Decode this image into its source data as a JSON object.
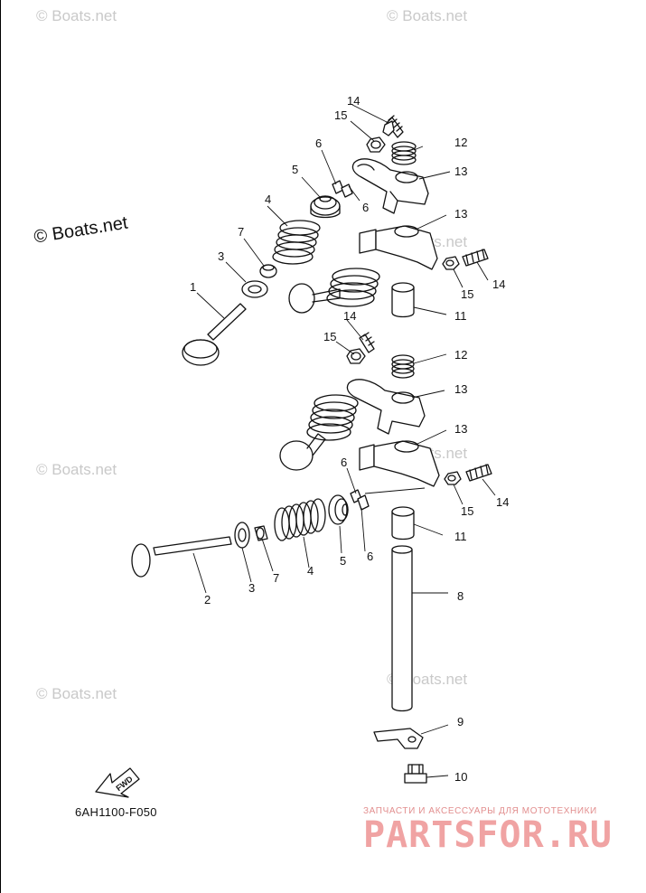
{
  "watermark": "© Boats.net",
  "copyright": "© Boats.net",
  "diagram_code": "6AH1100-F050",
  "fwd_label": "FWD",
  "brand": {
    "tagline": "ЗАПЧАСТИ И АКСЕССУАРЫ ДЛЯ МОТОТЕХНИКИ",
    "name": "PARTSFOR.RU"
  },
  "callouts": {
    "upper": {
      "c1": "1",
      "c3": "3",
      "c4": "4",
      "c5": "5",
      "c6a": "6",
      "c6b": "6",
      "c7": "7",
      "c11": "11",
      "c12": "12",
      "c13a": "13",
      "c13b": "13",
      "c14a": "14",
      "c14b": "14",
      "c15a": "15",
      "c15b": "15"
    },
    "lower": {
      "c2": "2",
      "c3": "3",
      "c4": "4",
      "c5": "5",
      "c6a": "6",
      "c6b": "6",
      "c7": "7",
      "c8": "8",
      "c9": "9",
      "c10": "10",
      "c11": "11",
      "c12": "12",
      "c13a": "13",
      "c13b": "13",
      "c14a": "14",
      "c14b": "14",
      "c15a": "15",
      "c15b": "15"
    }
  }
}
